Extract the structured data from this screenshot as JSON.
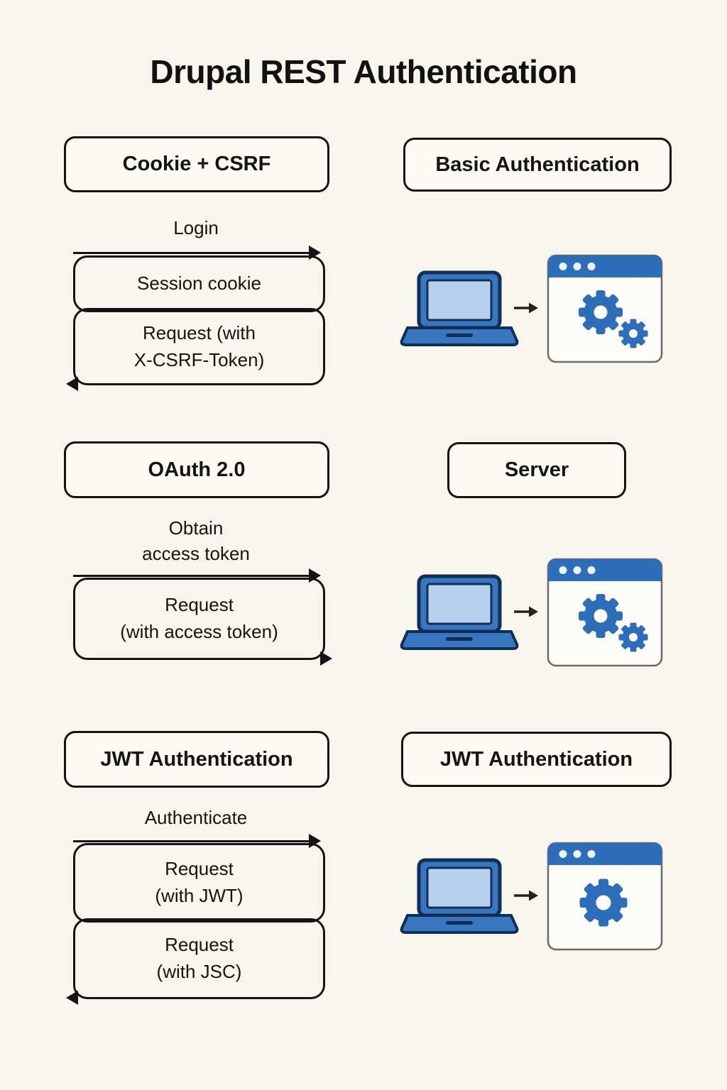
{
  "title": "Drupal REST Authentication",
  "palette": {
    "accent_blue": "#2e6db8",
    "laptop_blue": "#3a76c0",
    "screen_blue": "#b9cfee",
    "ink": "#141414",
    "background": "#f8f5ec"
  },
  "icons": {
    "laptop": "laptop-icon",
    "flow_arrow": "arrow-right-icon",
    "browser_window": "browser-window-icon",
    "window_dots": "window-dots-icon",
    "gear_large": "gear-icon",
    "gear_small": "gear-small-icon"
  },
  "sections": [
    {
      "left_label": "Cookie + CSRF",
      "right_label": "Basic Authentication",
      "steps": [
        "Login",
        "Session cookie",
        "Request (with\nX-CSRF-Token)"
      ],
      "right_gear_count": 2
    },
    {
      "left_label": "OAuth 2.0",
      "right_label": "Server",
      "steps": [
        "Obtain\naccess token",
        "Request\n(with access token)"
      ],
      "right_gear_count": 2
    },
    {
      "left_label": "JWT Authentication",
      "right_label": "JWT Authentication",
      "steps": [
        "Authenticate",
        "Request\n(with JWT)",
        "Request\n(with JSC)"
      ],
      "right_gear_count": 1
    }
  ]
}
